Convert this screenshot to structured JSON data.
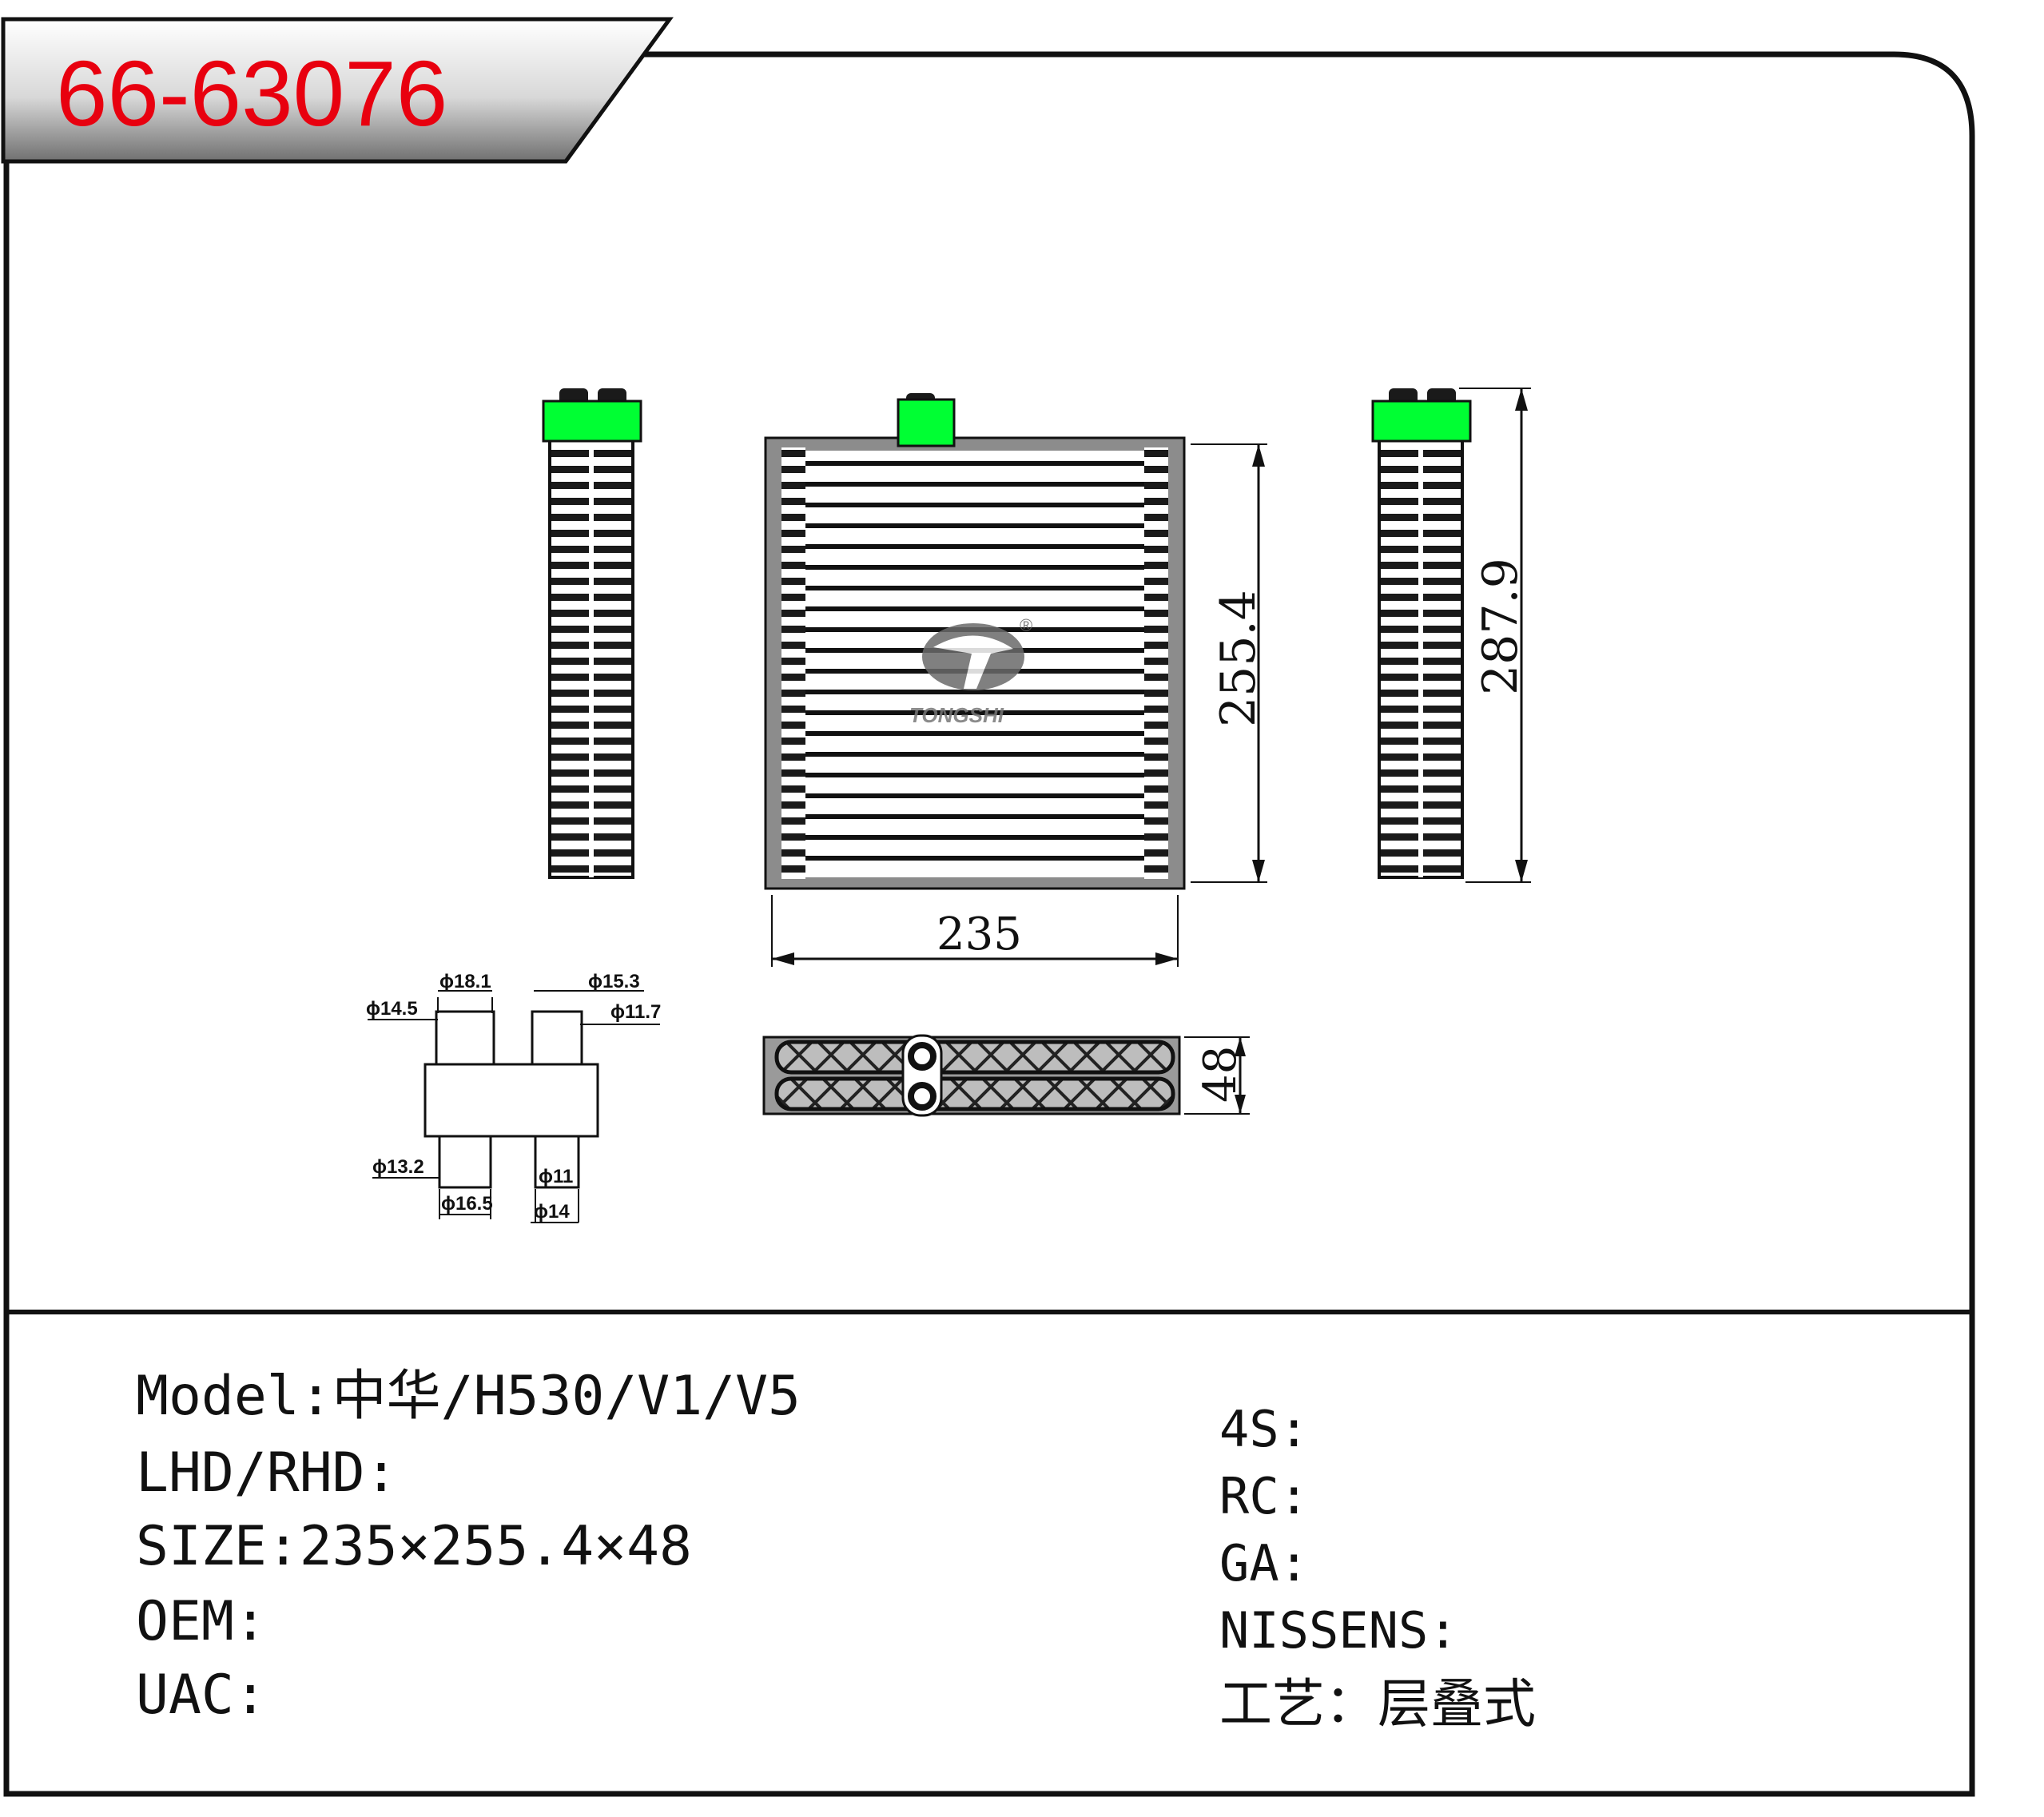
{
  "header": {
    "part_number": "66-63076"
  },
  "drawing": {
    "dims": {
      "width": "235",
      "height": "255.4",
      "overall_height": "287.9",
      "depth": "48"
    },
    "fittings": {
      "top_left_outer": "ϕ18.1",
      "top_left_inner": "ϕ14.5",
      "top_right_outer": "ϕ15.3",
      "top_right_inner": "ϕ11.7",
      "bottom_left_inner": "ϕ13.2",
      "bottom_left_outer": "ϕ16.5",
      "bottom_right_inner": "ϕ11",
      "bottom_right_outer": "ϕ14"
    },
    "logo_text": "TONGSHI",
    "accent_color": "#00ff33"
  },
  "info_left": [
    "Model:中华/H530/V1/V5",
    "LHD/RHD:",
    "SIZE:235×255.4×48",
    "OEM:",
    "UAC:"
  ],
  "info_right": [
    "4S:",
    "RC:",
    "GA:",
    "NISSENS:",
    "工艺：层叠式"
  ]
}
